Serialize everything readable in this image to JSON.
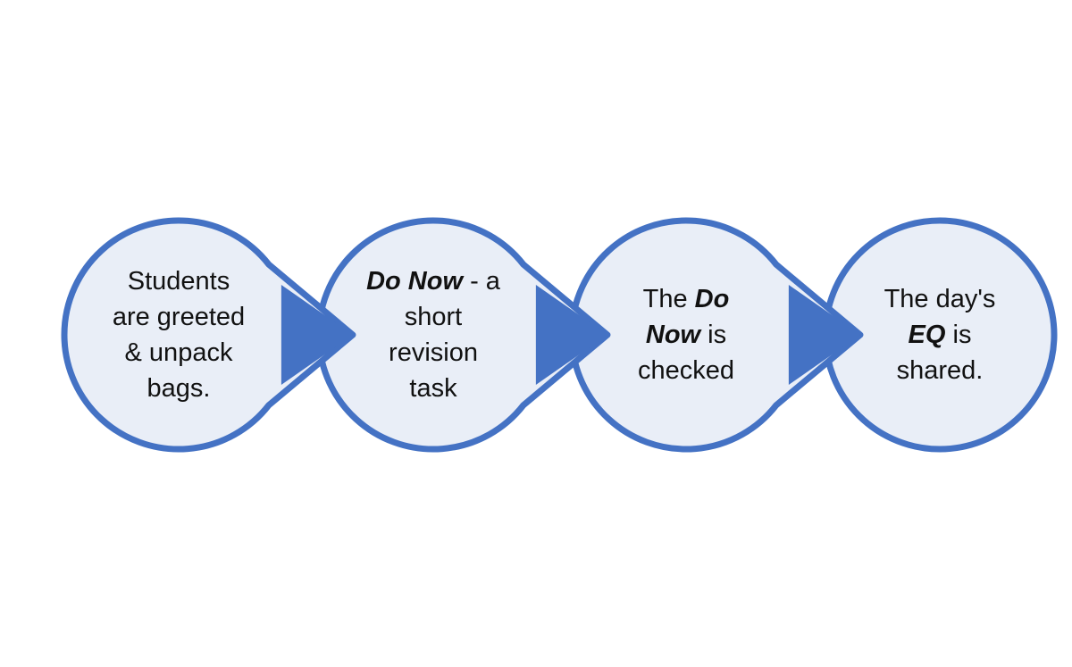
{
  "colors": {
    "outline": "#4472C4",
    "fill": "#E9EEF7",
    "background": "#FFFFFF",
    "text": "#111111"
  },
  "steps": [
    {
      "lines": [
        [
          {
            "text": "Students",
            "em": false
          }
        ],
        [
          {
            "text": "are greeted",
            "em": false
          }
        ],
        [
          {
            "text": "& unpack",
            "em": false
          }
        ],
        [
          {
            "text": "bags.",
            "em": false
          }
        ]
      ]
    },
    {
      "lines": [
        [
          {
            "text": "Do Now",
            "em": true
          },
          {
            "text": " - a",
            "em": false
          }
        ],
        [
          {
            "text": "short",
            "em": false
          }
        ],
        [
          {
            "text": "revision",
            "em": false
          }
        ],
        [
          {
            "text": "task",
            "em": false
          }
        ]
      ]
    },
    {
      "lines": [
        [
          {
            "text": "The ",
            "em": false
          },
          {
            "text": "Do",
            "em": true
          }
        ],
        [
          {
            "text": "Now",
            "em": true
          },
          {
            "text": " is",
            "em": false
          }
        ],
        [
          {
            "text": "checked",
            "em": false
          }
        ]
      ]
    },
    {
      "lines": [
        [
          {
            "text": "The day's",
            "em": false
          }
        ],
        [
          {
            "text": "EQ",
            "em": true
          },
          {
            "text": " is",
            "em": false
          }
        ],
        [
          {
            "text": "shared.",
            "em": false
          }
        ]
      ]
    }
  ]
}
